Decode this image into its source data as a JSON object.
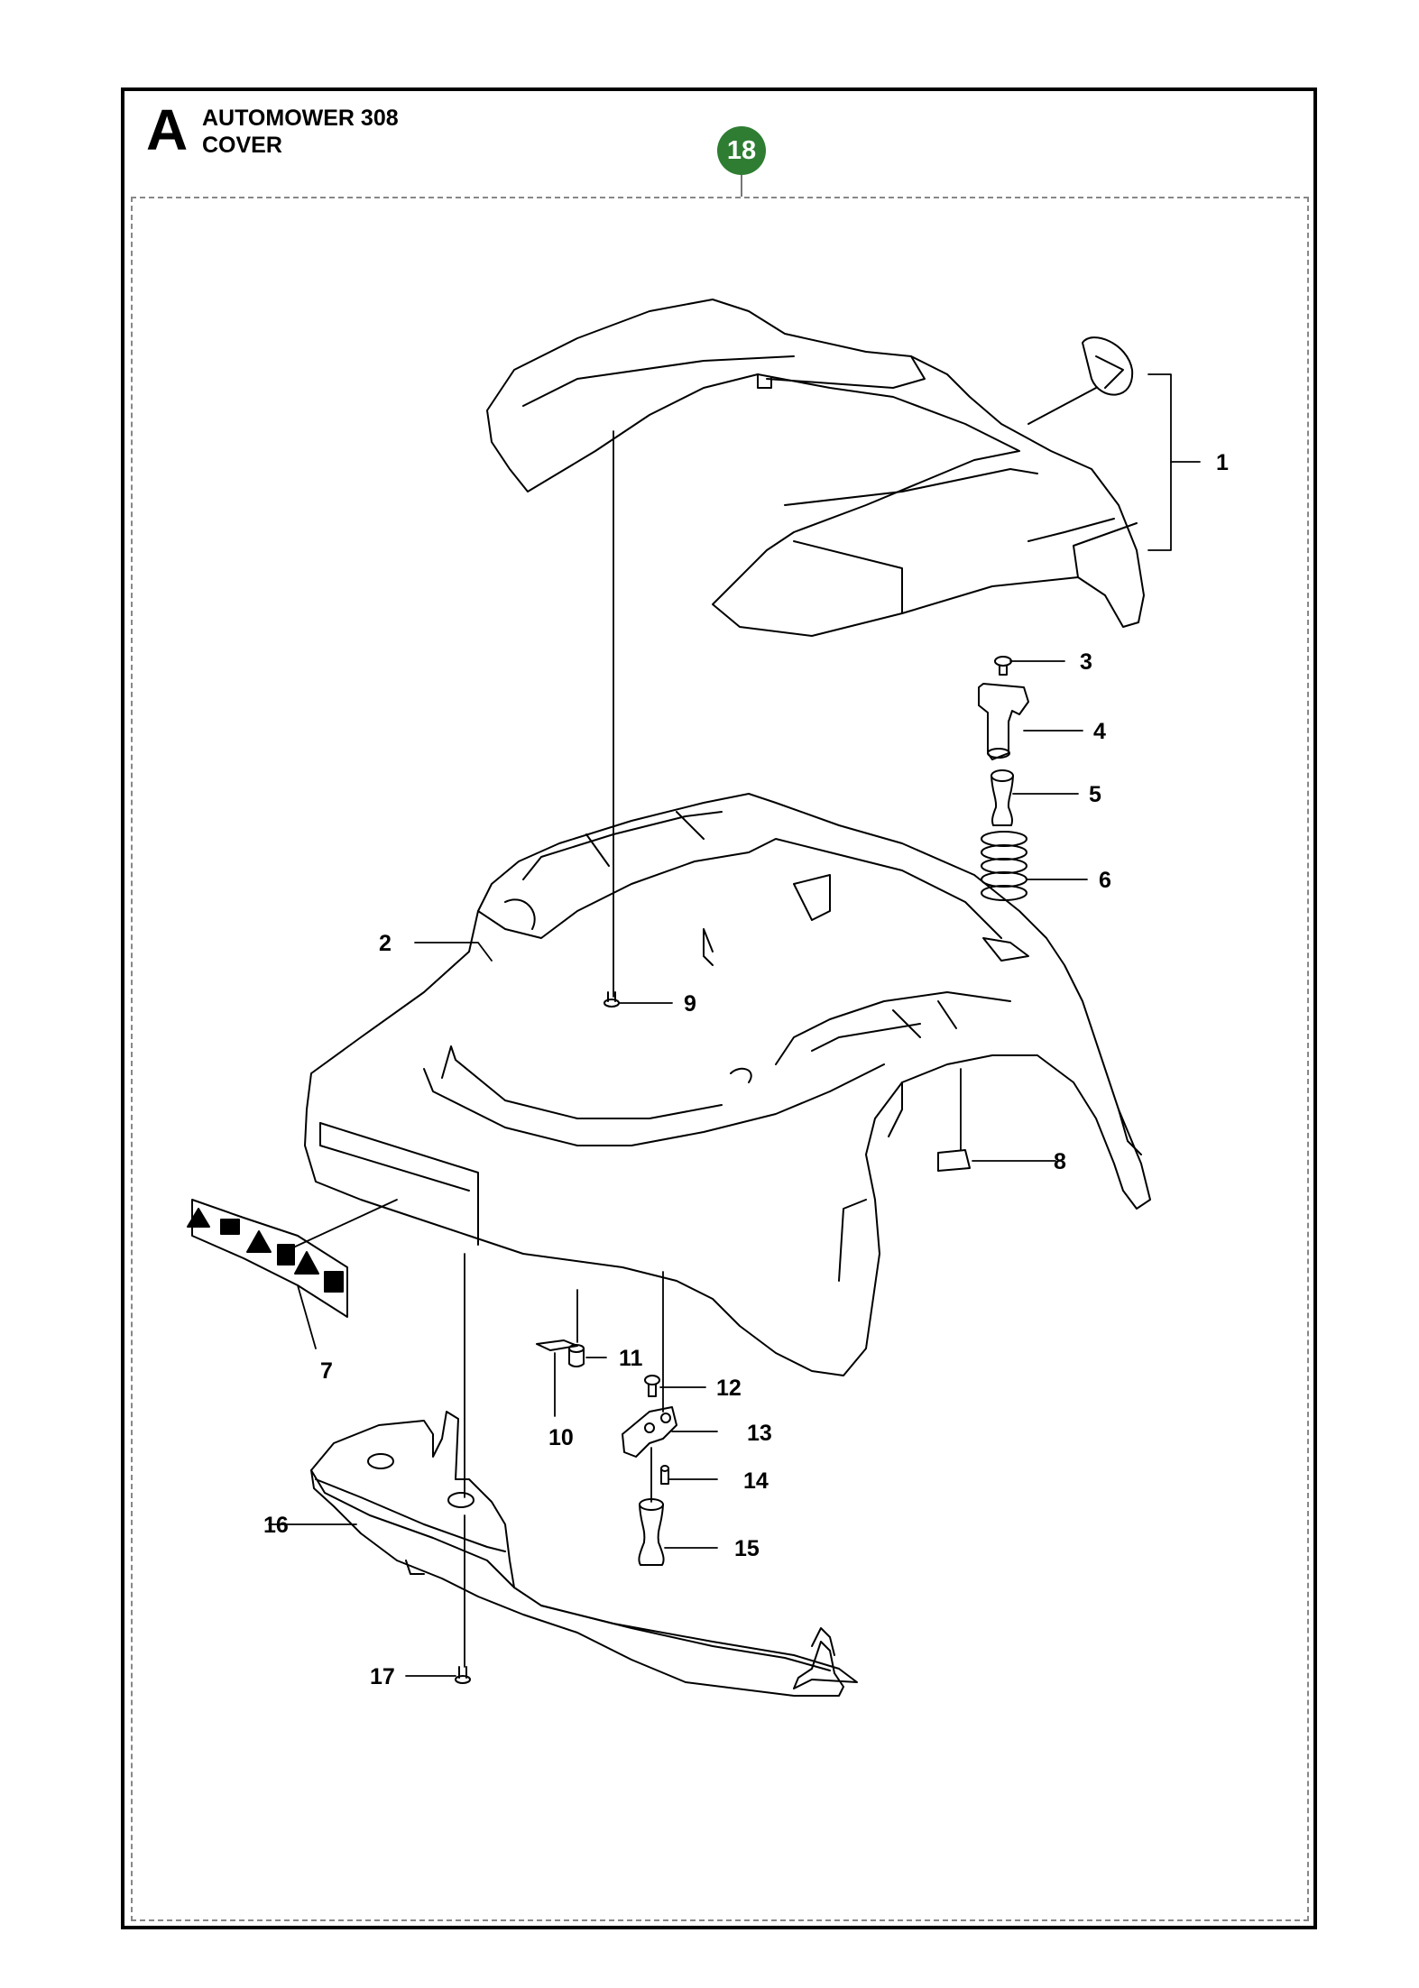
{
  "header": {
    "section_letter": "A",
    "model": "AUTOMOWER 308",
    "section_title": "COVER",
    "page_badge": "18",
    "badge_color": "#2e7d32"
  },
  "callouts": [
    "1",
    "2",
    "3",
    "4",
    "5",
    "6",
    "7",
    "8",
    "9",
    "10",
    "11",
    "12",
    "13",
    "14",
    "15",
    "16",
    "17"
  ]
}
